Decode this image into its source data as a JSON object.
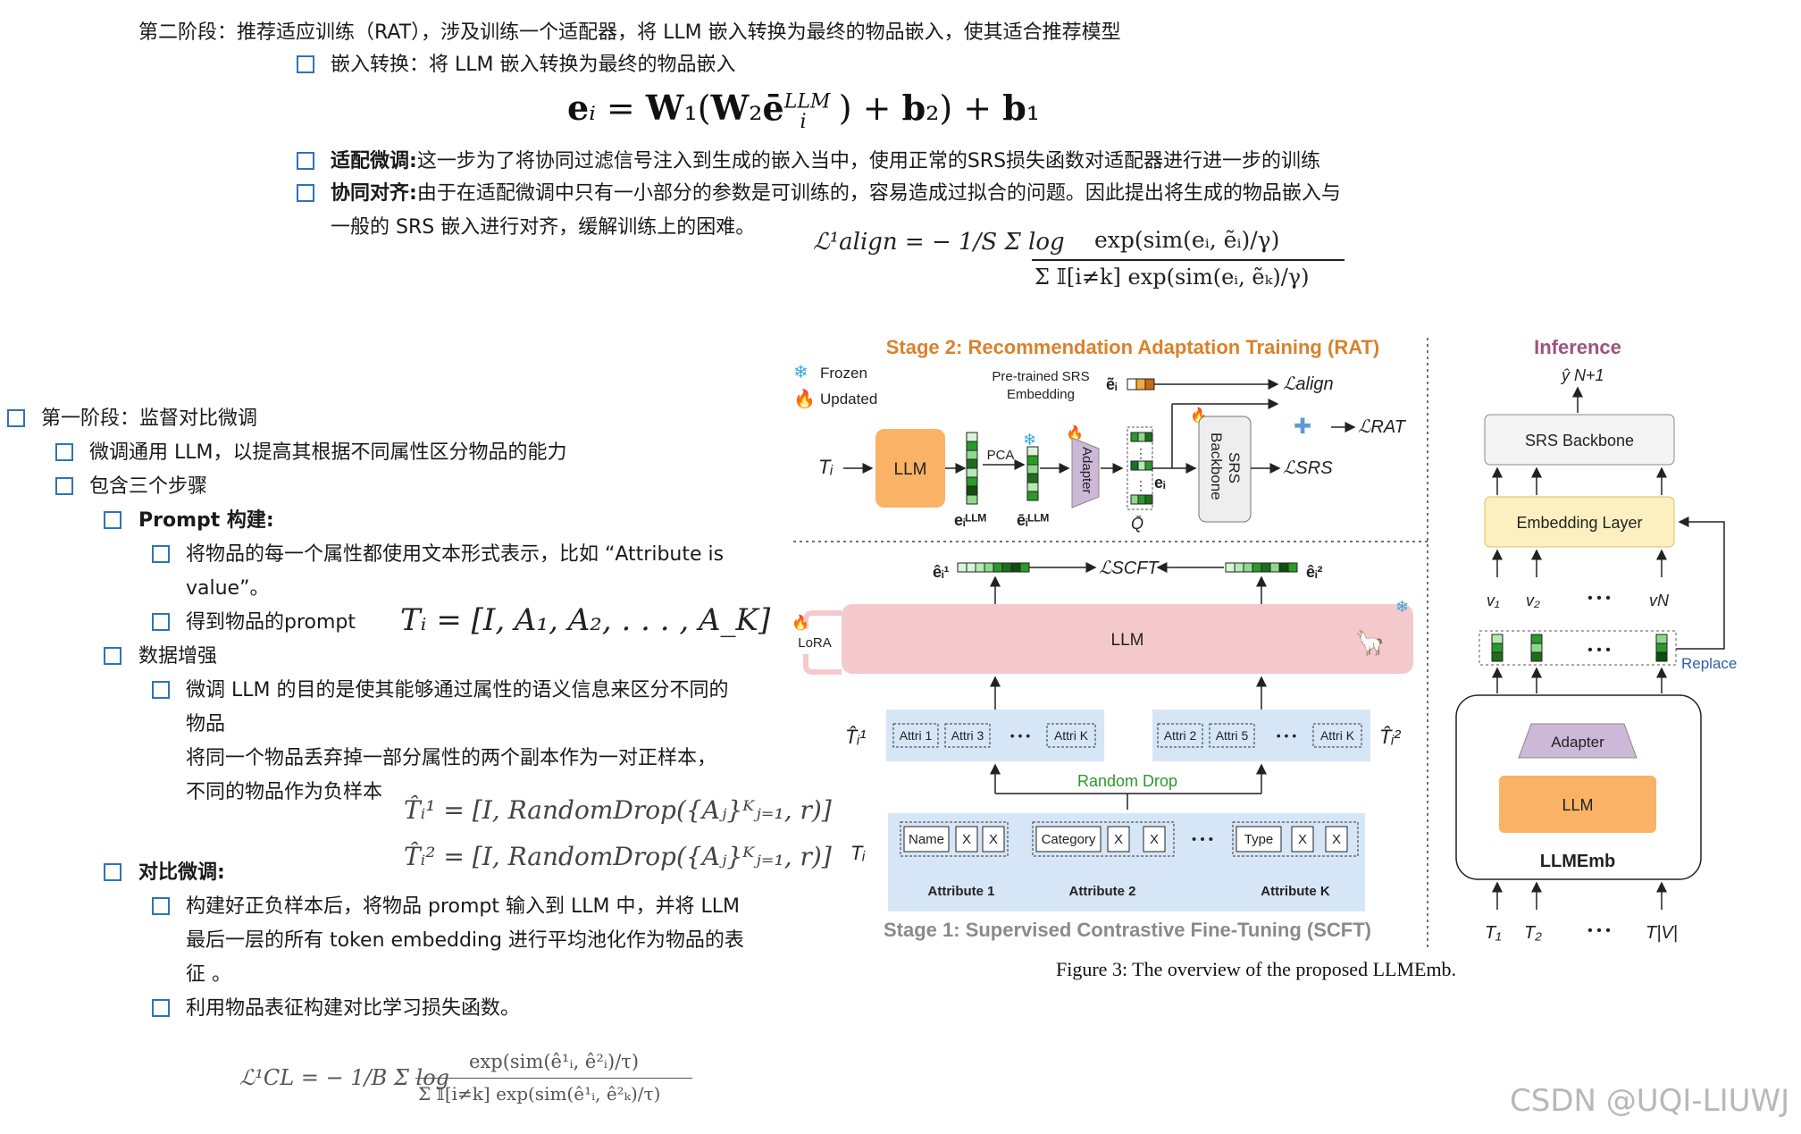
{
  "stage2": {
    "title": "第二阶段：推荐适应训练（RAT），涉及训练一个适配器，将 LLM 嵌入转换为最终的物品嵌入，使其适合推荐模型",
    "item_embed": "嵌入转换：将 LLM 嵌入转换为最终的物品嵌入",
    "formula_embed": "eᵢ = W₁(W₂ēᵢᴸᴸᴹ) + b₂) + b₁",
    "item_finetune_label": "适配微调:",
    "item_finetune_text": "这一步为了将协同过滤信号注入到生成的嵌入当中，使用正常的SRS损失函数对适配器进行进一步的训练",
    "item_align_label": "协同对齐:",
    "item_align_text1": "由于在适配微调中只有一小部分的参数是可训练的，容易造成过拟合的问题。因此提出将生成的物品嵌入与",
    "item_align_text2": "一般的 SRS 嵌入进行对齐，缓解训练上的困难。",
    "formula_align_lhs": "ℒ¹align = − 1/S Σ log",
    "formula_align_num": "exp(sim(eᵢ, ẽᵢ)/γ)",
    "formula_align_den": "Σ 𝕀[i≠k] exp(sim(eᵢ, ẽₖ)/γ)"
  },
  "stage1": {
    "title": "第一阶段：监督对比微调",
    "item1": "微调通用 LLM，以提高其根据不同属性区分物品的能力",
    "item2": "包含三个步骤",
    "prompt_label": "Prompt 构建:",
    "prompt_sub1a": "将物品的每一个属性都使用文本形式表示，比如 “Attribute is",
    "prompt_sub1b": "value”。",
    "prompt_sub2": "得到物品的prompt",
    "prompt_formula": "Tᵢ = [I, A₁, A₂, . . . , A_K]",
    "aug_label": "数据增强",
    "aug_sub1a": "微调 LLM 的目的是使其能够通过属性的语义信息来区分不同的",
    "aug_sub1b": "物品",
    "aug_sub1c": "将同一个物品丢弃掉一部分属性的两个副本作为一对正样本，",
    "aug_sub1d": "不同的物品作为负样本",
    "aug_formula1": "T̂ᵢ¹ = [I, RandomDrop({Aⱼ}ᴷⱼ₌₁, r)]",
    "aug_formula2": "T̂ᵢ² = [I, RandomDrop({Aⱼ}ᴷⱼ₌₁, r)]",
    "cl_label": "对比微调:",
    "cl_sub1a": "构建好正负样本后，将物品 prompt 输入到 LLM 中，并将 LLM",
    "cl_sub1b": "最后一层的所有 token embedding 进行平均池化作为物品的表",
    "cl_sub1c": "征 。",
    "cl_sub2": "利用物品表征构建对比学习损失函数。",
    "cl_formula_lhs": "ℒ¹CL = − 1/B Σ log",
    "cl_formula_num": "exp(sim(ê¹ᵢ, ê²ᵢ)/τ)",
    "cl_formula_den": "Σ 𝕀[i≠k] exp(sim(ê¹ᵢ, ê²ₖ)/τ)"
  },
  "figure": {
    "stage2_title": "Stage 2: Recommendation Adaptation Training (RAT)",
    "stage1_title": "Stage 1: Supervised Contrastive Fine-Tuning (SCFT)",
    "inference_title": "Inference",
    "frozen": "Frozen",
    "updated": "Updated",
    "pretrained_srs": "Pre-trained SRS",
    "embedding": "Embedding",
    "llm": "LLM",
    "pca": "PCA",
    "adapter": "Adapter",
    "srs_backbone": "SRS Backbone",
    "srs_backbone_line1": "SRS",
    "srs_backbone_line2": "Backbone",
    "embedding_layer": "Embedding Layer",
    "replace": "Replace",
    "llmemb": "LLMEmb",
    "lora": "LoRA",
    "random_drop": "Random Drop",
    "attri1": "Attri 1",
    "attri3": "Attri 3",
    "attrik": "Attri K",
    "attri2": "Attri 2",
    "attri5": "Attri 5",
    "name": "Name",
    "category": "Category",
    "type": "Type",
    "x": "X",
    "attribute1": "Attribute 1",
    "attribute2": "Attribute 2",
    "attributeK": "Attribute K",
    "dots": "• • •",
    "l_align": "ℒalign",
    "l_rat": "ℒRAT",
    "l_srs": "ℒSRS",
    "l_scft": "ℒSCFT",
    "caption": "Figure 3: The overview of the proposed LLMEmb."
  },
  "colors": {
    "orange_title": "#d9822b",
    "purple_title": "#a0527e",
    "llm_orange": "#f9b266",
    "adapter_purple": "#cdb8d8",
    "blue_bg": "#d6e6f7",
    "pink_llm": "#f4c9cc",
    "embed_yellow": "#fdf0c0",
    "green": "#2a9a2a"
  },
  "watermark": "CSDN @UQI-LIUWJ"
}
